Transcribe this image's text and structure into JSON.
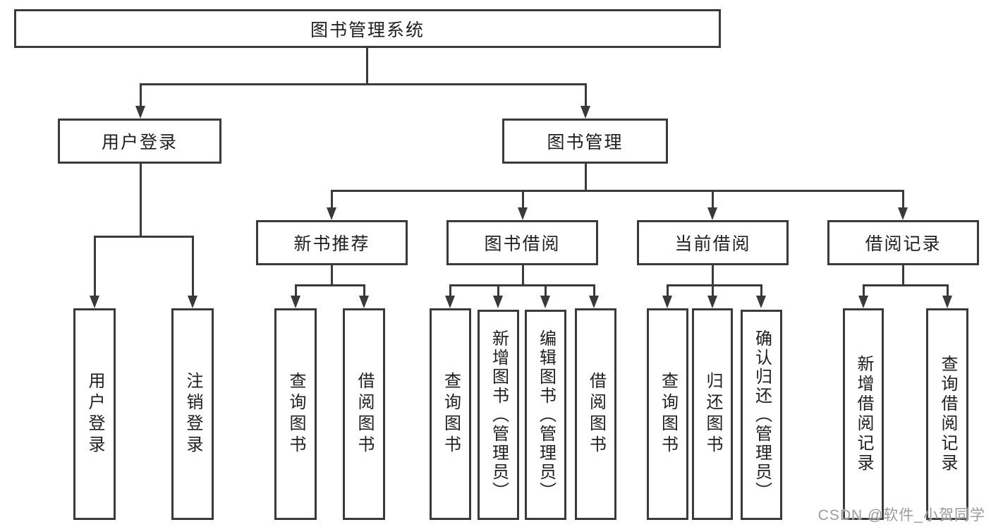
{
  "colors": {
    "line": "#3a3a3a",
    "text": "#1f1f1f",
    "background": "#ffffff",
    "watermark": "#9b9b9b"
  },
  "watermark": {
    "text": "CSDN @软件_小贺同学"
  },
  "diagram": {
    "root": {
      "label": "图书管理系统"
    },
    "user_login": {
      "label": "用户登录"
    },
    "book_mgmt": {
      "label": "图书管理"
    },
    "new_book_rec": {
      "label": "新书推荐"
    },
    "book_borrow": {
      "label": "图书借阅"
    },
    "current_borrow": {
      "label": "当前借阅"
    },
    "borrow_records": {
      "label": "借阅记录"
    },
    "leaves": {
      "login": {
        "label": "用户登录"
      },
      "logout": {
        "label": "注销登录"
      },
      "nbr_query": {
        "label": "查询图书"
      },
      "nbr_borrow": {
        "label": "借阅图书"
      },
      "bb_query": {
        "label": "查询图书"
      },
      "bb_add": {
        "label": "新增图书（管理员）"
      },
      "bb_edit": {
        "label": "编辑图书（管理员）"
      },
      "bb_borrow": {
        "label": "借阅图书"
      },
      "cb_query": {
        "label": "查询图书"
      },
      "cb_return": {
        "label": "归还图书"
      },
      "cb_confirm": {
        "label": "确认归还（管理员）"
      },
      "br_add": {
        "label": "新增借阅记录"
      },
      "br_query": {
        "label": "查询借阅记录"
      }
    }
  }
}
